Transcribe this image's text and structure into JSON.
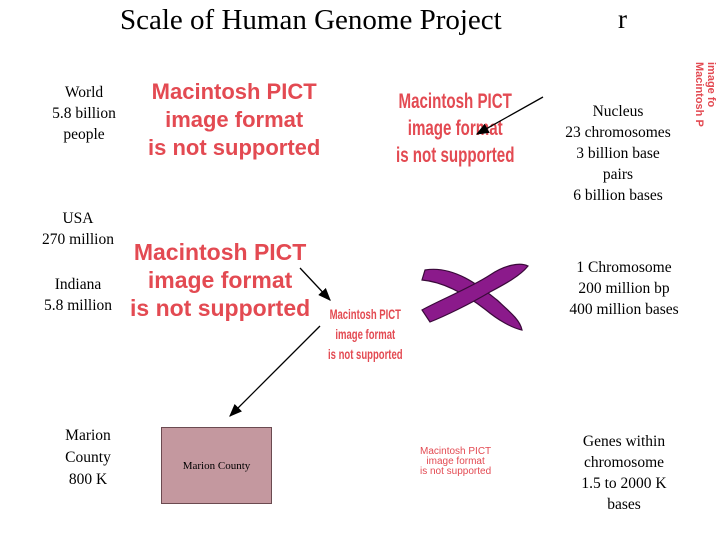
{
  "title": "Scale of Human Genome Project",
  "title_suffix": "r",
  "labels": {
    "world": [
      "World",
      "5.8 billion",
      "people"
    ],
    "usa": [
      "USA",
      "270 million"
    ],
    "indiana": [
      "Indiana",
      "5.8 million"
    ],
    "marion": [
      "Marion",
      "County",
      "800 K"
    ],
    "nucleus": [
      "Nucleus",
      "23 chromosomes",
      "3 billion base",
      "pairs",
      "6 billion bases"
    ],
    "chromosome": [
      "1 Chromosome",
      "200 million bp",
      "400 million bases"
    ],
    "genes": [
      "Genes within",
      "chromosome",
      "1.5 to 2000 K",
      "bases"
    ]
  },
  "marion_box_label": "Marion County",
  "pict_placeholder": [
    "Macintosh PICT",
    "image format",
    "is not supported"
  ],
  "colors": {
    "pict_text": "#e34a52",
    "chromosome_fill": "#8b1a8b",
    "marion_box_fill": "#c4989f"
  }
}
